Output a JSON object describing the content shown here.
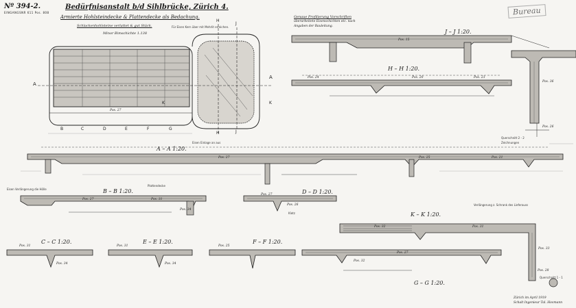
{
  "sheet": {
    "number": "Nº 394-2.",
    "register_stamp": "EINGANGSNR 611 Pos. 808",
    "archive_mark": "Bureau",
    "title": "Bedürfnisanstalt b/d Sihlbrücke, Zürich 4.",
    "subtitle": "Armierte Hohlsteindecke & Plattendecke als Bedachung.",
    "plan_caption": "Schlackenhohlsteine verlattet & gut Stück.",
    "plan_note": "Minor Bimschichte 1.138",
    "notes_right": [
      "Genaue Profilierung Vorschriften",
      "überarbeitete Eisenschichten etc. nach",
      "Angaben der Bauleitung."
    ],
    "signature_place_date": "Zürich im April 1919",
    "signature_name": "Schalt Ingenieur Tal. Hovmann"
  },
  "section_labels": {
    "AA": "A – A 1:20.",
    "BB": "B – B 1:20.",
    "CC": "C – C 1:20.",
    "DD": "D – D 1:20.",
    "EE": "E – E 1:20.",
    "FF": "F – F 1:20.",
    "GG": "G – G 1:20.",
    "HH": "H – H 1:20.",
    "JJ": "J – J 1:20.",
    "KK": "K – K 1:20."
  },
  "plan_letters": {
    "A_left": "A",
    "A_right": "A",
    "B": "B",
    "C": "C",
    "D": "D",
    "E": "E",
    "F": "F",
    "G": "G",
    "H_top": "H",
    "H_bottom": "H",
    "J_top": "J",
    "J_bottom": "J",
    "K_left": "K",
    "K_right": "K"
  },
  "positions": {
    "plan_beam": "Pos. 27",
    "JJ": "Pos. 15",
    "HH_1": "Pos. 24",
    "HH_2": "Pos. 20",
    "HH_3": "Pos. 23",
    "AA_1": "Pos. 27",
    "AA_2": "Pos. 25",
    "AA_3": "Pos. 21",
    "BB_1": "Pos. 27",
    "BB_2": "Pos. 31",
    "BB_3": "Pos. 34",
    "DD_1": "Pos. 27",
    "DD_2": "Pos. 26",
    "KK_1": "Pos. 32",
    "KK_2": "Pos. 31",
    "GG_1": "Pos. 27",
    "GG_2": "Pos. 32",
    "CC_1": "Pos. 31",
    "CC_2": "Pos. 34",
    "EE_1": "Pos. 31",
    "EE_2": "Pos. 34",
    "FF_1": "Pos. 25",
    "col_1": "Pos. 36",
    "col_2": "Pos. 26",
    "col_3": "Pos. 33",
    "col_4": "Pos. 28"
  },
  "annotations": {
    "plan_top": "Für Eisen Kern über mit Mehrlit erreichen.",
    "AA_top": "Eisen Einlage an aus",
    "BB_note": "Plattendecke",
    "BB_note2": "Eisen Verlängerung die Hölle",
    "DD_note": "Klotz",
    "KK_note": "Verlängerung z. Schrank des Lieferauss",
    "col_note": "Querschnitt 2 - 2",
    "col_note2": "Zeichnungen",
    "col_note3": "Querschnitt 1 - 1"
  }
}
